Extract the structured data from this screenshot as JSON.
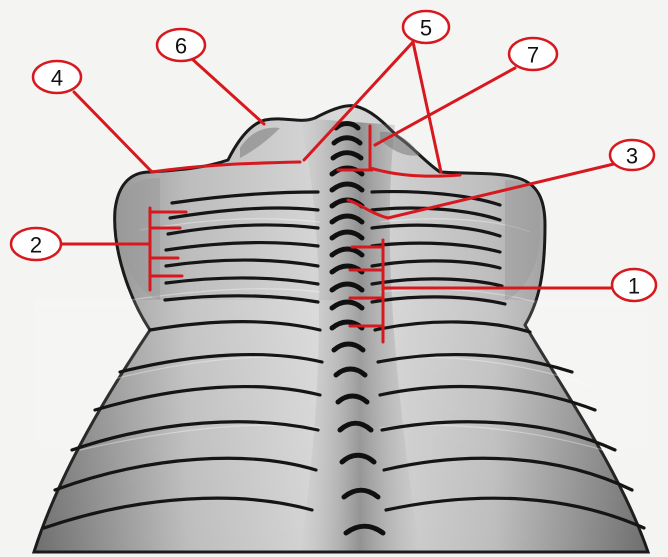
{
  "colors": {
    "callout_red": "#d7191f",
    "outline": "#1a1a1a",
    "background": "#f4f4f2"
  },
  "callouts": [
    {
      "id": "1",
      "label": "1"
    },
    {
      "id": "2",
      "label": "2"
    },
    {
      "id": "3",
      "label": "3"
    },
    {
      "id": "4",
      "label": "4"
    },
    {
      "id": "5",
      "label": "5"
    },
    {
      "id": "6",
      "label": "6"
    },
    {
      "id": "7",
      "label": "7"
    }
  ]
}
